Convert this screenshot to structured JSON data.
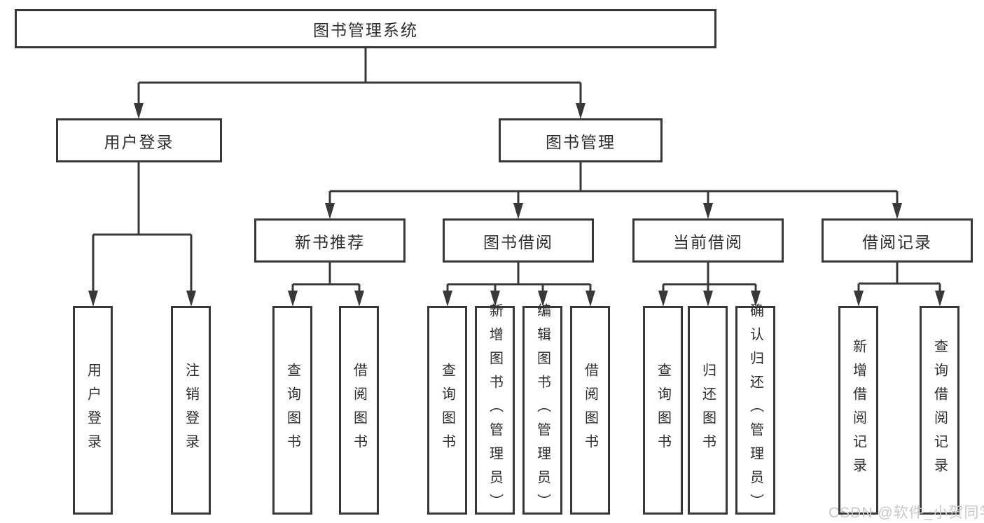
{
  "nodes": {
    "root": {
      "label": "图书管理系统"
    },
    "level2": [
      {
        "label": "用户登录"
      },
      {
        "label": "图书管理"
      }
    ],
    "level3": [
      {
        "label": "新书推荐"
      },
      {
        "label": "图书借阅"
      },
      {
        "label": "当前借阅"
      },
      {
        "label": "借阅记录"
      }
    ],
    "leaves": {
      "user_login": [
        {
          "label": "用户登录"
        },
        {
          "label": "注销登录"
        }
      ],
      "new_book": [
        {
          "label": "查询图书"
        },
        {
          "label": "借阅图书"
        }
      ],
      "book_borrow": [
        {
          "label": "查询图书"
        },
        {
          "label": "新增图书（管理员）"
        },
        {
          "label": "编辑图书（管理员）"
        },
        {
          "label": "借阅图书"
        }
      ],
      "current_borrow": [
        {
          "label": "查询图书"
        },
        {
          "label": "归还图书"
        },
        {
          "label": "确认归还（管理员）"
        }
      ],
      "borrow_record": [
        {
          "label": "新增借阅记录"
        },
        {
          "label": "查询借阅记录"
        }
      ]
    }
  },
  "watermark": "CSDN @软件_小贺同学",
  "colors": {
    "line": "#383838",
    "text": "#2e2e2e",
    "background": "#ffffff",
    "watermark": "#c9c9c9"
  }
}
